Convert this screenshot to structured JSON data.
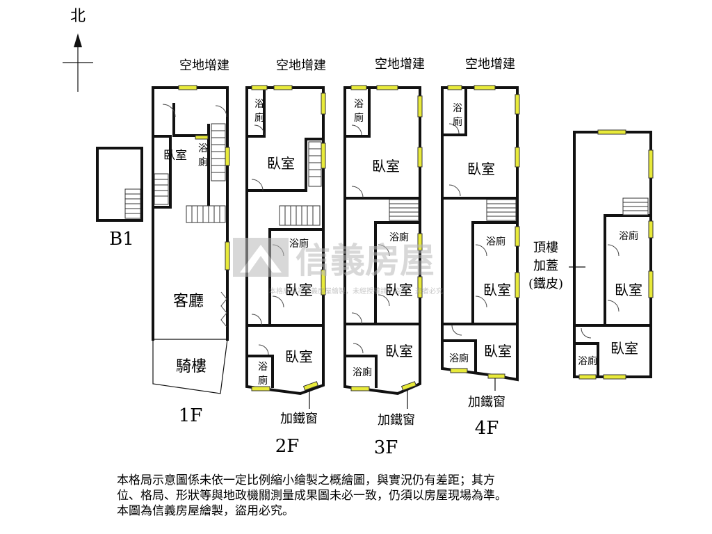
{
  "compass": {
    "north": "北"
  },
  "floors": {
    "b1": "B1",
    "f1": "1F",
    "f2": "2F",
    "f3": "3F",
    "f4": "4F"
  },
  "rooms": {
    "annex": "空地增建",
    "bedroom": "臥室",
    "bath_a": "浴",
    "bath_b": "廁",
    "bath": "浴廁",
    "living": "客廳",
    "arcade": "騎樓",
    "iron_window": "加鐵窗",
    "roof_a": "頂樓",
    "roof_b": "加蓋",
    "roof_c": "(鐵皮)"
  },
  "watermark": {
    "brand": "信義房屋",
    "fine_print": "本格局圖為信義房屋繪製，未經授權請勿盜用，違者必究"
  },
  "note": {
    "line1": "本格局示意圖係未依一定比例縮小繪製之概繪圖，與實況仍有差距；其方",
    "line2": "位、格局、形狀等與地政機關測量成果圖未必一致，仍須以房屋現場為準。",
    "line3": "本圖為信義房屋繪製，盜用必究。"
  },
  "colors": {
    "window": "#e8ea3a",
    "wall": "#111111",
    "watermark": "#b9b9b9"
  }
}
